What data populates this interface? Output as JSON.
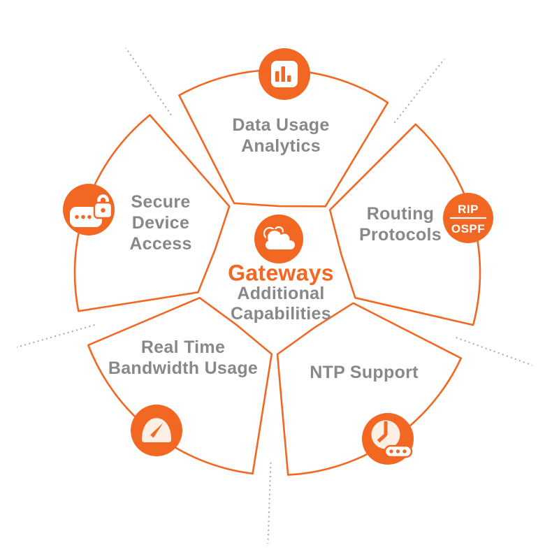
{
  "colors": {
    "accent": "#F26722",
    "label_gray": "#87888B",
    "dotted_gray": "#A6A8AB",
    "cream": "#FDEFE3",
    "white": "#FFFFFF",
    "background": "#FFFFFF"
  },
  "center": {
    "icon": "cloud-icon",
    "title": "Gateways",
    "subtitle_lines": [
      "Additional",
      "Capabilities"
    ]
  },
  "segments": [
    {
      "name": "data-usage-analytics",
      "icon": "bar-chart-icon",
      "label_lines": [
        "Data Usage",
        "Analytics"
      ]
    },
    {
      "name": "routing-protocols",
      "icon": "rip-ospf-badge-icon",
      "label_lines": [
        "Routing",
        "Protocols"
      ],
      "badge": {
        "line1": "RIP",
        "line2": "OSPF"
      }
    },
    {
      "name": "ntp-support",
      "icon": "clock-device-icon",
      "label_lines": [
        "NTP Support"
      ]
    },
    {
      "name": "real-time-bandwidth-usage",
      "icon": "gauge-icon",
      "label_lines": [
        "Real Time",
        "Bandwidth Usage"
      ]
    },
    {
      "name": "secure-device-access",
      "icon": "device-lock-icon",
      "label_lines": [
        "Secure",
        "Device",
        "Access"
      ]
    }
  ]
}
